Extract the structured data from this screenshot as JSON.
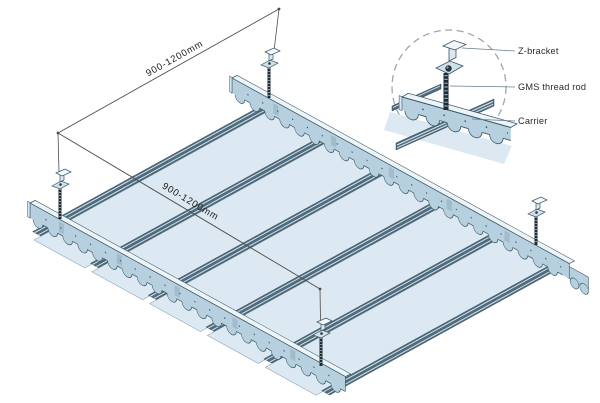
{
  "diagram": {
    "dimension_label_1": "900-1200mm",
    "dimension_label_2": "900-1200mm",
    "detail_labels": {
      "z_bracket": "Z-bracket",
      "thread_rod": "GMS thread rod",
      "carrier": "Carrier"
    }
  },
  "colors": {
    "background": "#ffffff",
    "panel": "#dce9f2",
    "panel_edge": "#8aa4b5",
    "rail": "#4f6b7d",
    "rail_dark": "#2f4857",
    "rail_stripe": "#dce8f0",
    "carrier": "#b7d0df",
    "carrier_outline": "#3a5665",
    "carrier_flange": "#edf4f8",
    "carrier_endcap": "#d7e6ef",
    "rod": "#1e2b33",
    "rod_tick": "#8fa8b6",
    "bracket": "#cfe0ea",
    "bracket_web": "#dce8f0",
    "bracket_flange": "#f2f7fa",
    "bolt": "#26343d",
    "dim_line": "#4d4d4d",
    "leader": "#6b7b85",
    "detail_circle": "#9aa8b0"
  }
}
